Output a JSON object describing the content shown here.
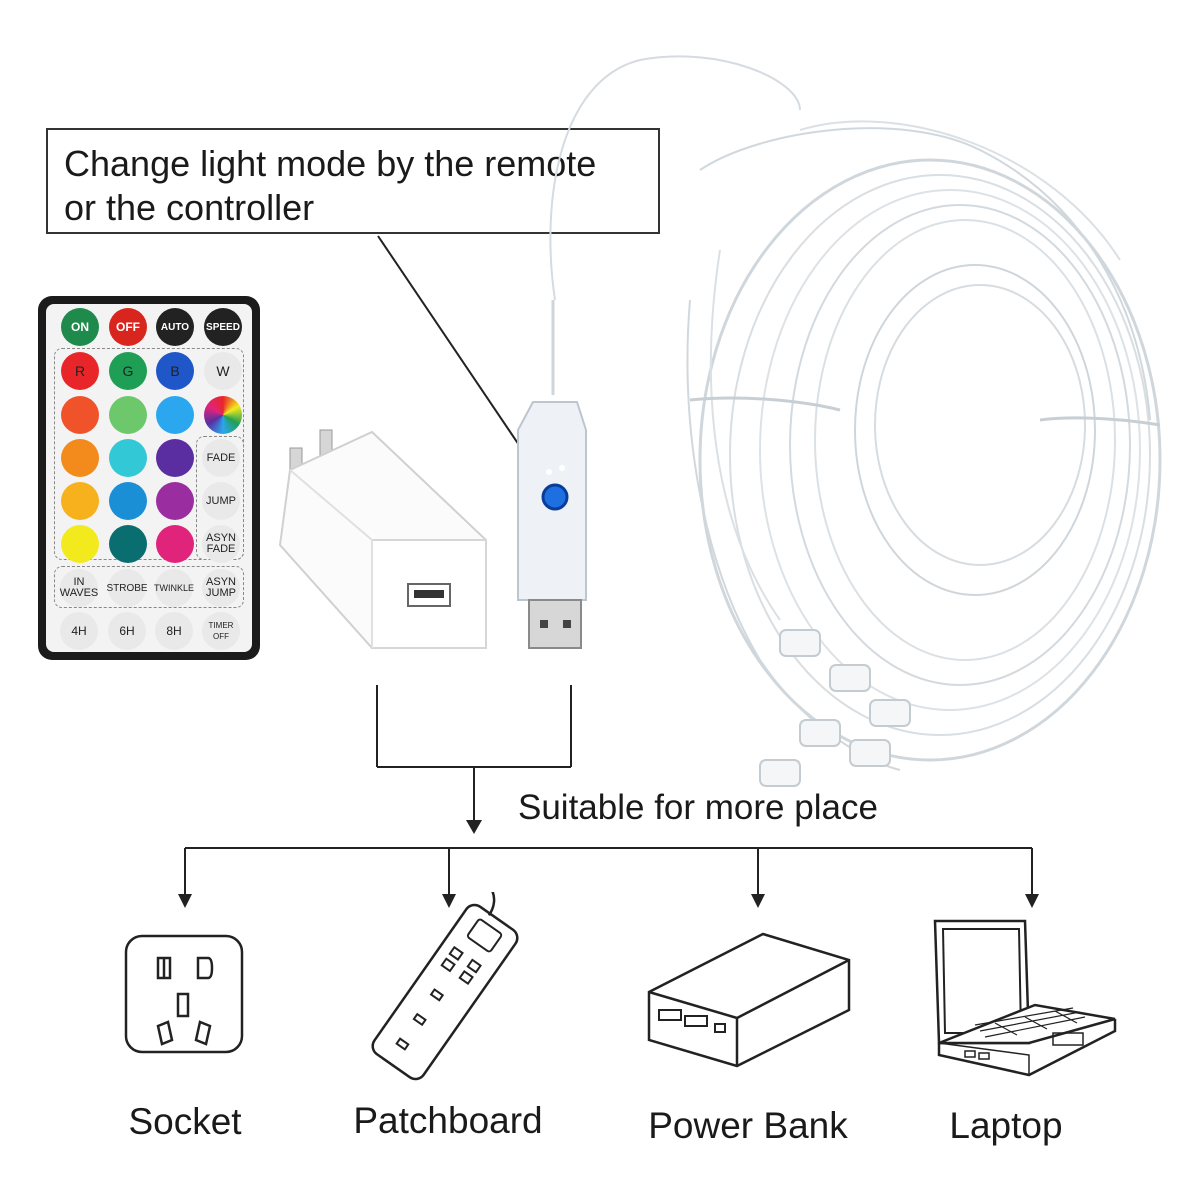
{
  "callout": {
    "line1": "Change light mode by the remote",
    "line2": "or the controller"
  },
  "remote": {
    "top_buttons": [
      {
        "label": "ON",
        "color": "#1e8a4c"
      },
      {
        "label": "OFF",
        "color": "#d8261f"
      },
      {
        "label": "AUTO",
        "color": "#222222"
      },
      {
        "label": "SPEED",
        "color": "#222222"
      }
    ],
    "rgbw": [
      {
        "label": "R",
        "color": "#e8262a"
      },
      {
        "label": "G",
        "color": "#1f9f55"
      },
      {
        "label": "B",
        "color": "#1f56c8"
      },
      {
        "label": "W",
        "color": "#e9e9e9"
      }
    ],
    "color_grid": [
      [
        "#f0522a",
        "#6cc86a",
        "#2aa7ee"
      ],
      [
        "#f28a1c",
        "#33c8d6",
        "#5a2ea0"
      ],
      [
        "#f6b11c",
        "#1b8fd6",
        "#9a2ea0"
      ],
      [
        "#f2ea1c",
        "#0a6d70",
        "#e0247c"
      ]
    ],
    "side_modes": [
      "FADE",
      "JUMP",
      "ASYN FADE"
    ],
    "mode_row": [
      "IN WAVES",
      "STROBE",
      "TWINKLE",
      "ASYN JUMP"
    ],
    "timer_row": [
      "4H",
      "6H",
      "8H",
      "TIMER OFF"
    ]
  },
  "main_label": "Suitable for more place",
  "devices": [
    {
      "label": "Socket",
      "icon": "socket-icon"
    },
    {
      "label": "Patchboard",
      "icon": "patchboard-icon"
    },
    {
      "label": "Power Bank",
      "icon": "power-bank-icon"
    },
    {
      "label": "Laptop",
      "icon": "laptop-icon"
    }
  ]
}
